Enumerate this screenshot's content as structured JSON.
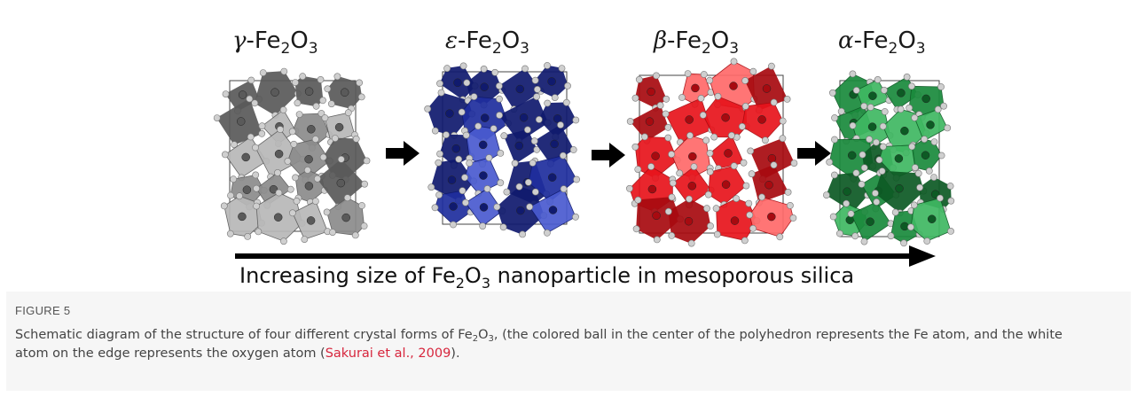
{
  "figure": {
    "panels": [
      {
        "greek": "γ",
        "formula_pre": "-Fe",
        "sub1": "2",
        "formula_mid": "O",
        "sub2": "3",
        "color": "#8c8c8c",
        "dark": "#5a5a5a",
        "light": "#b8b8b8"
      },
      {
        "greek": "ε",
        "formula_pre": "-Fe",
        "sub1": "2",
        "formula_mid": "O",
        "sub2": "3",
        "color": "#1f2e9e",
        "dark": "#101a6e",
        "light": "#4a5bd0"
      },
      {
        "greek": "β",
        "formula_pre": "-Fe",
        "sub1": "2",
        "formula_mid": "O",
        "sub2": "3",
        "color": "#e8141c",
        "dark": "#a80a10",
        "light": "#ff6a6a"
      },
      {
        "greek": "α",
        "formula_pre": "-Fe",
        "sub1": "2",
        "formula_mid": "O",
        "sub2": "3",
        "color": "#1a8a3c",
        "dark": "#0d5a24",
        "light": "#3fb862"
      }
    ],
    "axis": {
      "text_before": "Increasing size of Fe",
      "sub1": "2",
      "text_mid": "O",
      "sub2": "3",
      "text_after": " nanoparticle in mesoporous silica"
    }
  },
  "caption": {
    "number": "FIGURE 5",
    "part1": "Schematic diagram of the structure of four different crystal forms of Fe",
    "sub1": "2",
    "part2": "O",
    "sub2": "3",
    "part3": ", (the colored ball in the center of the polyhedron represents the Fe atom, and the white atom on the edge represents the oxygen atom (",
    "citation": "Sakurai et al., 2009",
    "part4": ")."
  }
}
